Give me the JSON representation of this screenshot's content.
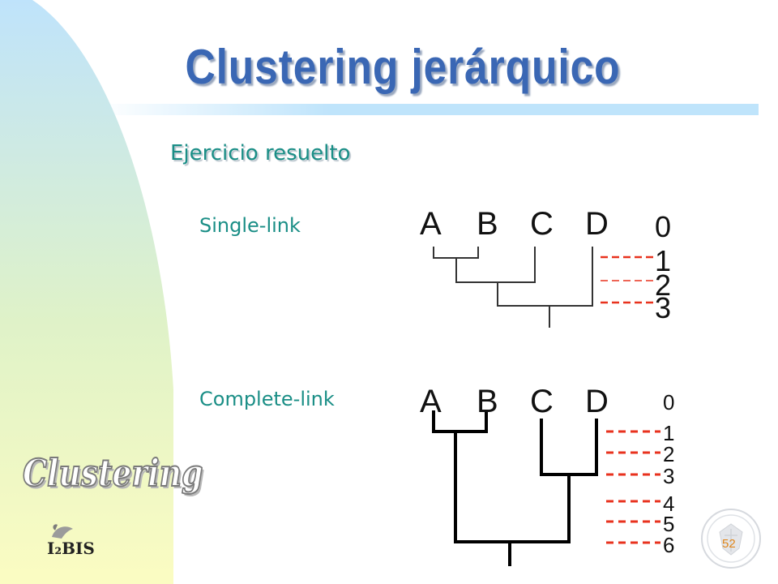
{
  "title": "Clustering jerárquico",
  "subtitle": "Ejercicio resuelto",
  "single_link": {
    "label": "Single-link",
    "leaves": [
      "A",
      "B",
      "C",
      "D"
    ],
    "levels": [
      "0",
      "1",
      "2",
      "3"
    ],
    "merges": [
      {
        "items": [
          "A",
          "B"
        ],
        "level": 1
      },
      {
        "items": [
          "AB",
          "C"
        ],
        "level": 2
      },
      {
        "items": [
          "ABC",
          "D"
        ],
        "level": 3
      }
    ]
  },
  "complete_link": {
    "label": "Complete-link",
    "leaves": [
      "A",
      "B",
      "C",
      "D"
    ],
    "levels": [
      "0",
      "1",
      "2",
      "3",
      "4",
      "5",
      "6"
    ],
    "merges": [
      {
        "items": [
          "A",
          "B"
        ],
        "level": 1
      },
      {
        "items": [
          "C",
          "D"
        ],
        "level": 3
      },
      {
        "items": [
          "AB",
          "CD"
        ],
        "level": 6
      }
    ]
  },
  "branding": {
    "word": "Clustering",
    "logo": "I₂BIS",
    "logo_icon": "bird-icon",
    "seal_icon": "university-seal-icon"
  },
  "page_number": "52",
  "colors": {
    "title": "#3a67b4",
    "text": "#1a8e86",
    "dash": "#e8321e",
    "page_number": "#e0861a"
  }
}
